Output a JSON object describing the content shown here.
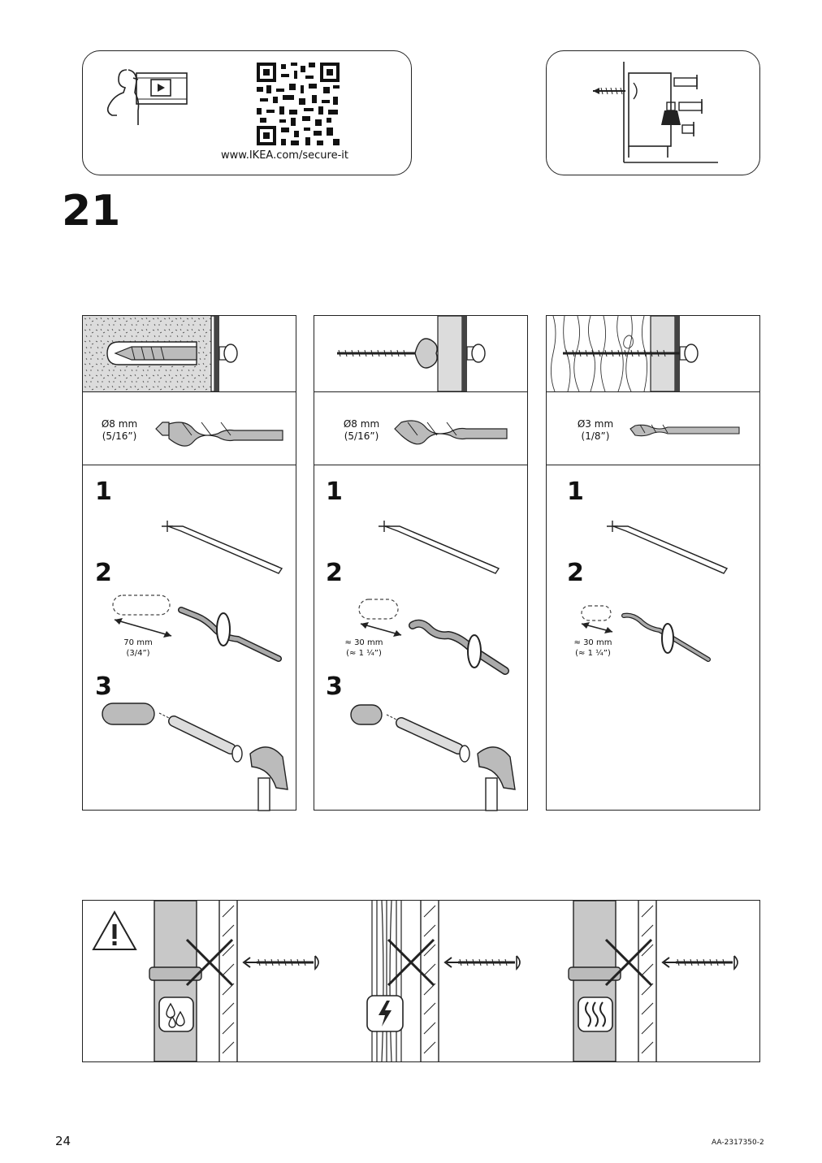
{
  "header": {
    "url": "www.IKEA.com/secure-it",
    "icons": [
      "video-person-icon",
      "qr-code-icon",
      "wall-anchor-furniture-icon"
    ]
  },
  "step": {
    "number": "21"
  },
  "panels": [
    {
      "drill_size": "Ø8 mm",
      "drill_size_imperial": "(5/16”)",
      "sub_steps": [
        "1",
        "2",
        "3"
      ],
      "depth": "70 mm",
      "depth_imperial": "(3/4”)"
    },
    {
      "drill_size": "Ø8 mm",
      "drill_size_imperial": "(5/16”)",
      "sub_steps": [
        "1",
        "2",
        "3"
      ],
      "depth": "≈ 30 mm",
      "depth_imperial": "(≈ 1 ¼”)"
    },
    {
      "drill_size": "Ø3 mm",
      "drill_size_imperial": "(1/8”)",
      "sub_steps": [
        "1",
        "2"
      ],
      "depth": "≈ 30 mm",
      "depth_imperial": "(≈ 1 ¼”)"
    }
  ],
  "warning": {
    "icons": [
      "warning-triangle-icon",
      "water-pipe-icon",
      "electric-cable-icon",
      "heating-pipe-icon"
    ]
  },
  "footer": {
    "page_number": "24",
    "doc_code": "AA-2317350-2"
  }
}
